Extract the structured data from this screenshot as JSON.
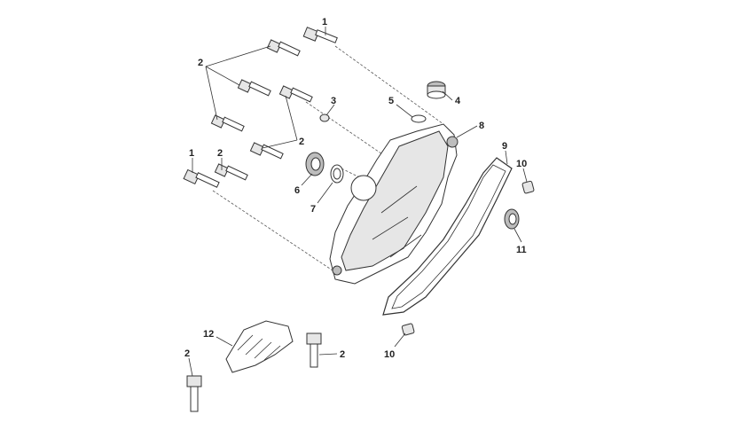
{
  "callouts": [
    {
      "id": "c1a",
      "text": "1"
    },
    {
      "id": "c1b",
      "text": "1"
    },
    {
      "id": "c2a",
      "text": "2"
    },
    {
      "id": "c2b",
      "text": "2"
    },
    {
      "id": "c2c",
      "text": "2"
    },
    {
      "id": "c2d",
      "text": "2"
    },
    {
      "id": "c2e",
      "text": "2"
    },
    {
      "id": "c3",
      "text": "3"
    },
    {
      "id": "c4",
      "text": "4"
    },
    {
      "id": "c5",
      "text": "5"
    },
    {
      "id": "c6",
      "text": "6"
    },
    {
      "id": "c7",
      "text": "7"
    },
    {
      "id": "c8",
      "text": "8"
    },
    {
      "id": "c9",
      "text": "9"
    },
    {
      "id": "c10a",
      "text": "10"
    },
    {
      "id": "c10b",
      "text": "10"
    },
    {
      "id": "c11",
      "text": "11"
    },
    {
      "id": "c12",
      "text": "12"
    }
  ]
}
